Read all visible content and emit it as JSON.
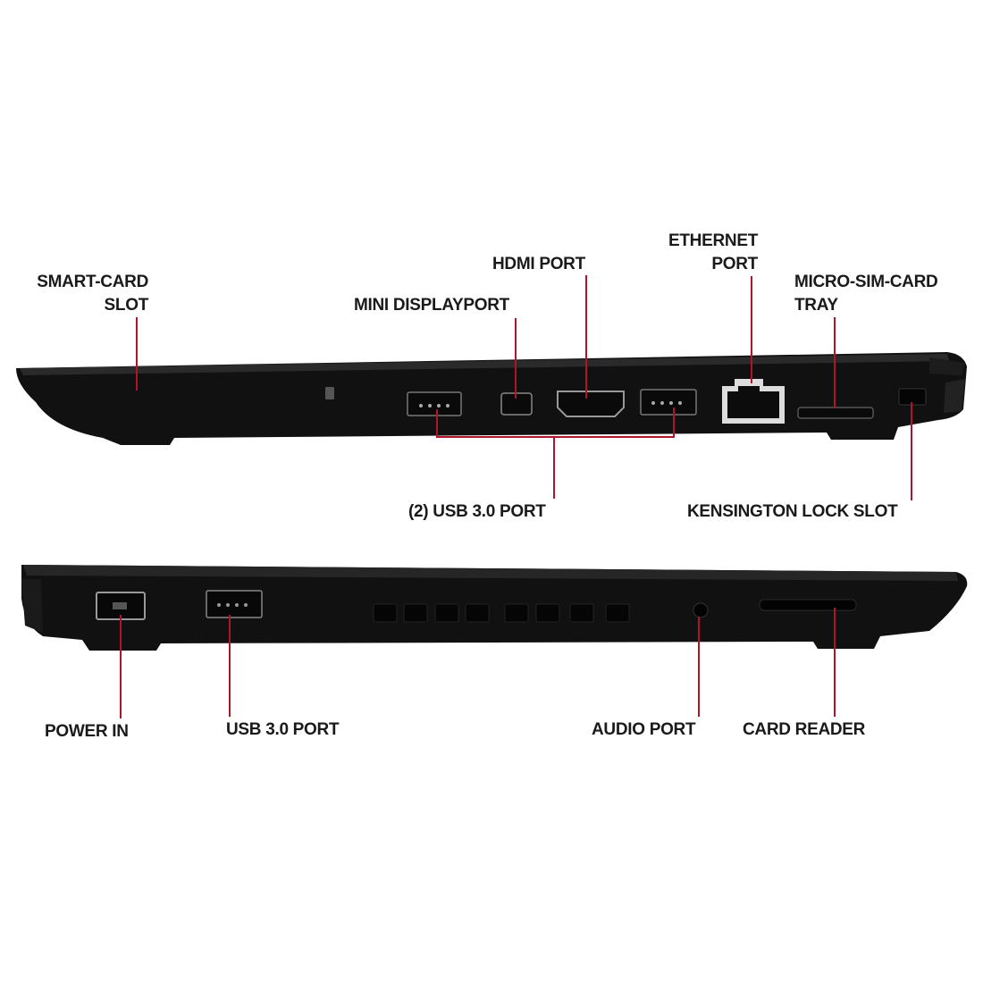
{
  "top_view": {
    "labels": {
      "smart_card_slot": [
        "SMART-CARD",
        "SLOT"
      ],
      "mini_displayport": "MINI DISPLAYPORT",
      "hdmi_port": "HDMI PORT",
      "ethernet_port": [
        "ETHERNET",
        "PORT"
      ],
      "micro_sim_tray": [
        "MICRO-SIM-CARD",
        "TRAY"
      ],
      "usb_ports": "(2) USB 3.0 PORT",
      "kensington_lock": "KENSINGTON LOCK SLOT"
    }
  },
  "bottom_view": {
    "labels": {
      "power_in": "POWER IN",
      "usb_port": "USB 3.0 PORT",
      "audio_port": "AUDIO PORT",
      "card_reader": "CARD READER"
    }
  },
  "colors": {
    "leader_line": "#b0142a",
    "chassis": "#141414",
    "label_text": "#1a1a1a"
  }
}
